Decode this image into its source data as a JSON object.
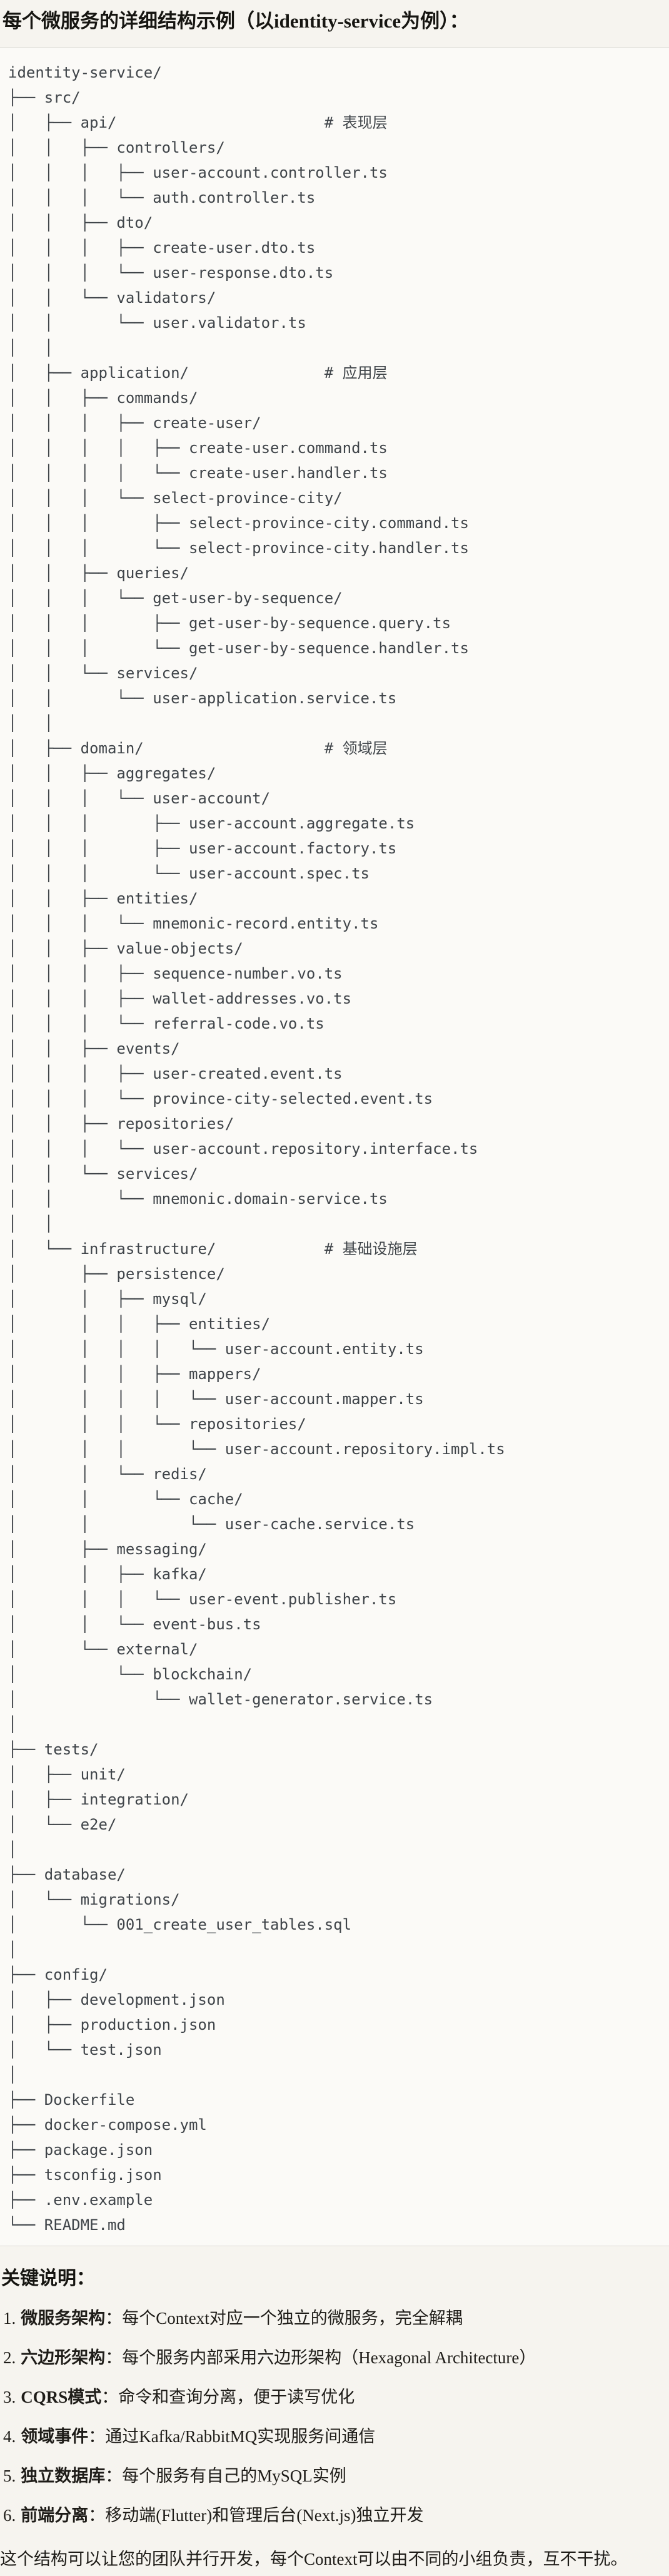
{
  "header": {
    "title": "每个微服务的详细结构示例（以identity-service为例）："
  },
  "code_block": {
    "language": "plaintext-tree",
    "tree_lines": [
      "identity-service/",
      "├── src/",
      "│   ├── api/                       # 表现层",
      "│   │   ├── controllers/",
      "│   │   │   ├── user-account.controller.ts",
      "│   │   │   └── auth.controller.ts",
      "│   │   ├── dto/",
      "│   │   │   ├── create-user.dto.ts",
      "│   │   │   └── user-response.dto.ts",
      "│   │   └── validators/",
      "│   │       └── user.validator.ts",
      "│   │",
      "│   ├── application/               # 应用层",
      "│   │   ├── commands/",
      "│   │   │   ├── create-user/",
      "│   │   │   │   ├── create-user.command.ts",
      "│   │   │   │   └── create-user.handler.ts",
      "│   │   │   └── select-province-city/",
      "│   │   │       ├── select-province-city.command.ts",
      "│   │   │       └── select-province-city.handler.ts",
      "│   │   ├── queries/",
      "│   │   │   └── get-user-by-sequence/",
      "│   │   │       ├── get-user-by-sequence.query.ts",
      "│   │   │       └── get-user-by-sequence.handler.ts",
      "│   │   └── services/",
      "│   │       └── user-application.service.ts",
      "│   │",
      "│   ├── domain/                    # 领域层",
      "│   │   ├── aggregates/",
      "│   │   │   └── user-account/",
      "│   │   │       ├── user-account.aggregate.ts",
      "│   │   │       ├── user-account.factory.ts",
      "│   │   │       └── user-account.spec.ts",
      "│   │   ├── entities/",
      "│   │   │   └── mnemonic-record.entity.ts",
      "│   │   ├── value-objects/",
      "│   │   │   ├── sequence-number.vo.ts",
      "│   │   │   ├── wallet-addresses.vo.ts",
      "│   │   │   └── referral-code.vo.ts",
      "│   │   ├── events/",
      "│   │   │   ├── user-created.event.ts",
      "│   │   │   └── province-city-selected.event.ts",
      "│   │   ├── repositories/",
      "│   │   │   └── user-account.repository.interface.ts",
      "│   │   └── services/",
      "│   │       └── mnemonic.domain-service.ts",
      "│   │",
      "│   └── infrastructure/            # 基础设施层",
      "│       ├── persistence/",
      "│       │   ├── mysql/",
      "│       │   │   ├── entities/",
      "│       │   │   │   └── user-account.entity.ts",
      "│       │   │   ├── mappers/",
      "│       │   │   │   └── user-account.mapper.ts",
      "│       │   │   └── repositories/",
      "│       │   │       └── user-account.repository.impl.ts",
      "│       │   └── redis/",
      "│       │       └── cache/",
      "│       │           └── user-cache.service.ts",
      "│       ├── messaging/",
      "│       │   ├── kafka/",
      "│       │   │   └── user-event.publisher.ts",
      "│       │   └── event-bus.ts",
      "│       └── external/",
      "│           └── blockchain/",
      "│               └── wallet-generator.service.ts",
      "│",
      "├── tests/",
      "│   ├── unit/",
      "│   ├── integration/",
      "│   └── e2e/",
      "│",
      "├── database/",
      "│   └── migrations/",
      "│       └── 001_create_user_tables.sql",
      "│",
      "├── config/",
      "│   ├── development.json",
      "│   ├── production.json",
      "│   └── test.json",
      "│",
      "├── Dockerfile",
      "├── docker-compose.yml",
      "├── package.json",
      "├── tsconfig.json",
      "├── .env.example",
      "└── README.md"
    ]
  },
  "notes": {
    "heading": "关键说明：",
    "items": [
      {
        "num": "1.",
        "label": "微服务架构",
        "sep": "：",
        "text": "每个Context对应一个独立的微服务，完全解耦"
      },
      {
        "num": "2.",
        "label": "六边形架构",
        "sep": "：",
        "text": "每个服务内部采用六边形架构（Hexagonal Architecture）"
      },
      {
        "num": "3.",
        "label": "CQRS模式",
        "sep": "：",
        "text": "命令和查询分离，便于读写优化"
      },
      {
        "num": "4.",
        "label": "领域事件",
        "sep": "：",
        "text": "通过Kafka/RabbitMQ实现服务间通信"
      },
      {
        "num": "5.",
        "label": "独立数据库",
        "sep": "：",
        "text": "每个服务有自己的MySQL实例"
      },
      {
        "num": "6.",
        "label": "前端分离",
        "sep": "：",
        "text": "移动端(Flutter)和管理后台(Next.js)独立开发"
      }
    ],
    "footer": "这个结构可以让您的团队并行开发，每个Context可以由不同的小组负责，互不干扰。"
  },
  "colors": {
    "page_bg": "#F6F4EF",
    "code_bg": "#FBFAF7",
    "divider": "#DBD9D3",
    "tree_text": "#3F4449",
    "body_text": "#1E1C18"
  }
}
